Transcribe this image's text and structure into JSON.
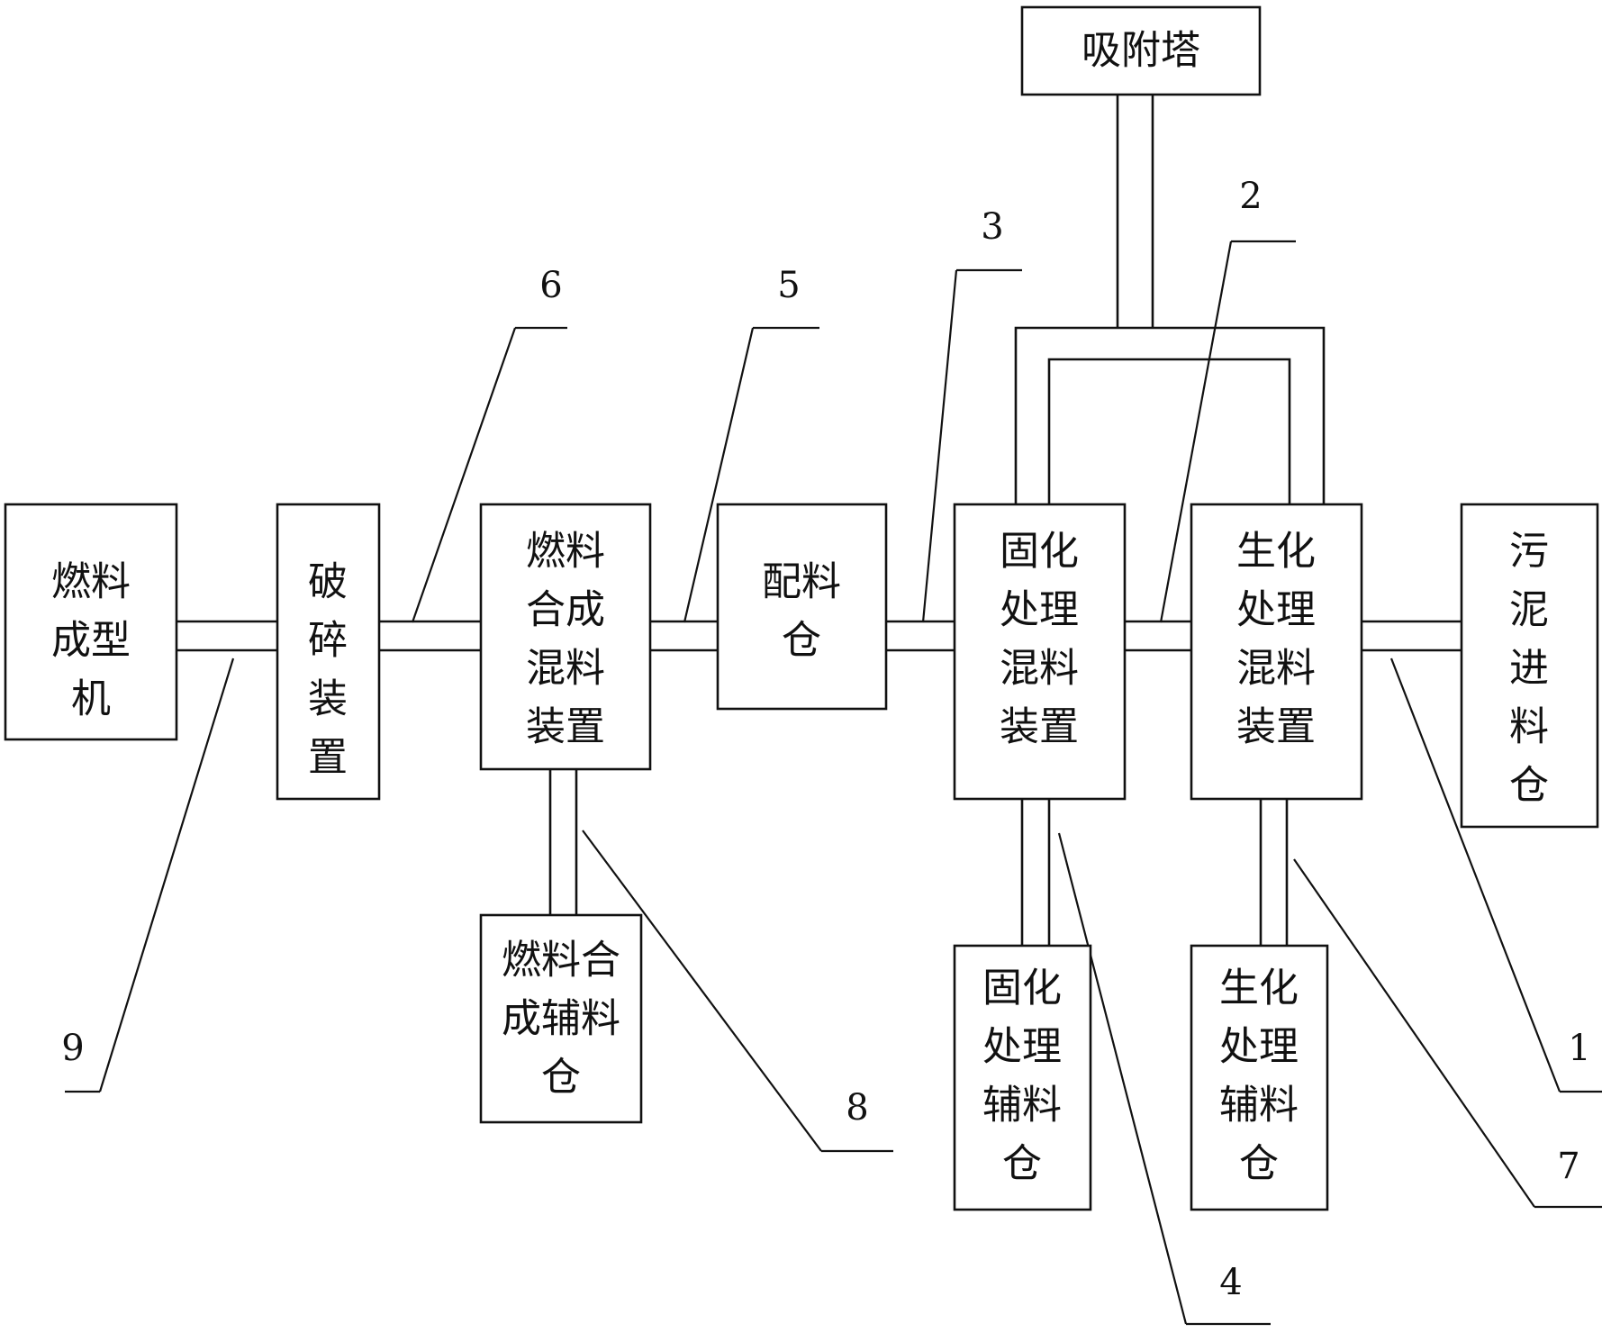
{
  "boxes": {
    "fuel_forming_machine": [
      "燃料",
      "成型",
      "机"
    ],
    "crushing_device": [
      "破",
      "碎",
      "装",
      "置"
    ],
    "fuel_synthesis_mixing_device": [
      "燃料",
      "合成",
      "混料",
      "装置"
    ],
    "batching_bin": [
      "配料",
      "仓"
    ],
    "solidification_mixing_device": [
      "固化",
      "处理",
      "混料",
      "装置"
    ],
    "biochemical_mixing_device": [
      "生化",
      "处理",
      "混料",
      "装置"
    ],
    "sludge_feed_bin": [
      "污",
      "泥",
      "进",
      "料",
      "仓"
    ],
    "adsorption_tower": [
      "吸附塔"
    ],
    "fuel_synthesis_aux_bin": [
      "燃料合",
      "成辅料",
      "仓"
    ],
    "solidification_aux_bin": [
      "固化",
      "处理",
      "辅料",
      "仓"
    ],
    "biochemical_aux_bin": [
      "生化",
      "处理",
      "辅料",
      "仓"
    ]
  },
  "reference_numbers": {
    "n1": "1",
    "n2": "2",
    "n3": "3",
    "n4": "4",
    "n5": "5",
    "n6": "6",
    "n7": "7",
    "n8": "8",
    "n9": "9"
  }
}
